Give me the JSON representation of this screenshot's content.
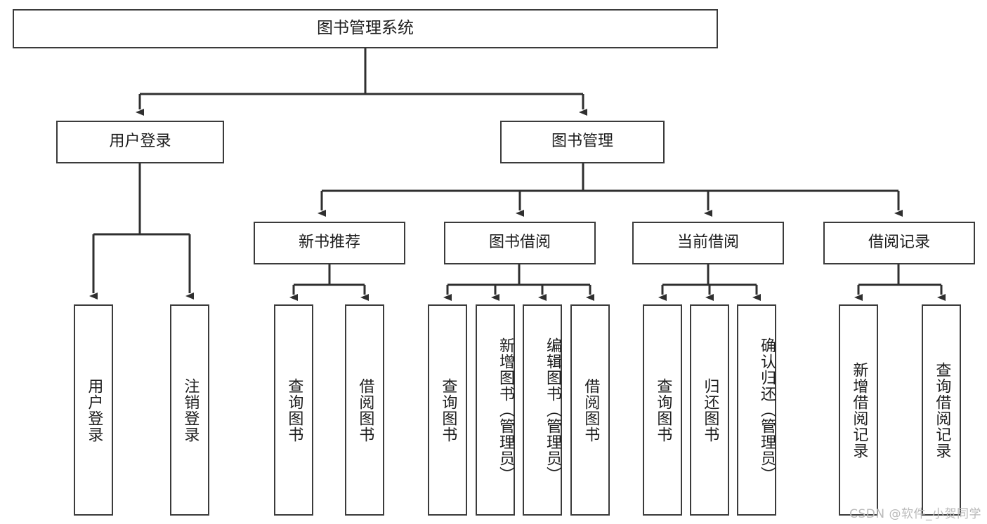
{
  "diagram": {
    "type": "tree-hierarchy",
    "title": "图书管理系统",
    "colors": {
      "box_border": "#3b3b3b",
      "box_fill": "#ffffff",
      "edge": "#2f2f2f",
      "text": "#1d1d1d",
      "watermark": "#b9b9b9"
    },
    "levels": {
      "level1": [
        {
          "id": "root",
          "label": "图书管理系统"
        }
      ],
      "level2": [
        {
          "id": "user-login",
          "label": "用户登录",
          "parent": "root"
        },
        {
          "id": "book-manage",
          "label": "图书管理",
          "parent": "root"
        }
      ],
      "level3": [
        {
          "id": "new-book-rec",
          "label": "新书推荐",
          "parent": "book-manage"
        },
        {
          "id": "book-borrow",
          "label": "图书借阅",
          "parent": "book-manage"
        },
        {
          "id": "current-borrow",
          "label": "当前借阅",
          "parent": "book-manage"
        },
        {
          "id": "borrow-record",
          "label": "借阅记录",
          "parent": "book-manage"
        }
      ],
      "leaves": [
        {
          "id": "leaf-user-login",
          "label": "用户登录",
          "parent": "user-login"
        },
        {
          "id": "leaf-logout",
          "label": "注销登录",
          "parent": "user-login"
        },
        {
          "id": "leaf-query-book-1",
          "label": "查询图书",
          "parent": "new-book-rec"
        },
        {
          "id": "leaf-borrow-book-1",
          "label": "借阅图书",
          "parent": "new-book-rec"
        },
        {
          "id": "leaf-query-book-2",
          "label": "查询图书",
          "parent": "book-borrow"
        },
        {
          "id": "leaf-add-book",
          "label": "新增图书（管理员）",
          "parent": "book-borrow"
        },
        {
          "id": "leaf-edit-book",
          "label": "编辑图书（管理员）",
          "parent": "book-borrow"
        },
        {
          "id": "leaf-borrow-book-2",
          "label": "借阅图书",
          "parent": "book-borrow"
        },
        {
          "id": "leaf-query-book-3",
          "label": "查询图书",
          "parent": "current-borrow"
        },
        {
          "id": "leaf-return-book",
          "label": "归还图书",
          "parent": "current-borrow"
        },
        {
          "id": "leaf-confirm-return",
          "label": "确认归还（管理员）",
          "parent": "current-borrow"
        },
        {
          "id": "leaf-add-record",
          "label": "新增借阅记录",
          "parent": "borrow-record"
        },
        {
          "id": "leaf-query-record",
          "label": "查询借阅记录",
          "parent": "borrow-record"
        }
      ]
    }
  },
  "watermark": {
    "text": "CSDN @软件_小贺同学"
  }
}
